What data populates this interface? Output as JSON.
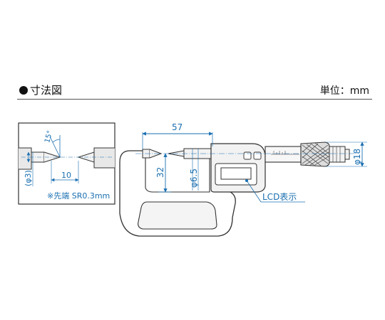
{
  "header": {
    "title": "寸法図",
    "unit": "単位：mm"
  },
  "detail": {
    "angle_label": "15°",
    "dia_label": "(φ3)",
    "length_label": "10",
    "note": "※先端 SR0.3mm"
  },
  "main": {
    "width_label": "57",
    "height_label": "32",
    "spindle_dia_label": "φ6.5",
    "thimble_dia_label": "φ18",
    "lcd_label": "LCD表示"
  },
  "colors": {
    "dimension": "#1a6fb0",
    "outline": "#333333",
    "rule": "#555555"
  }
}
